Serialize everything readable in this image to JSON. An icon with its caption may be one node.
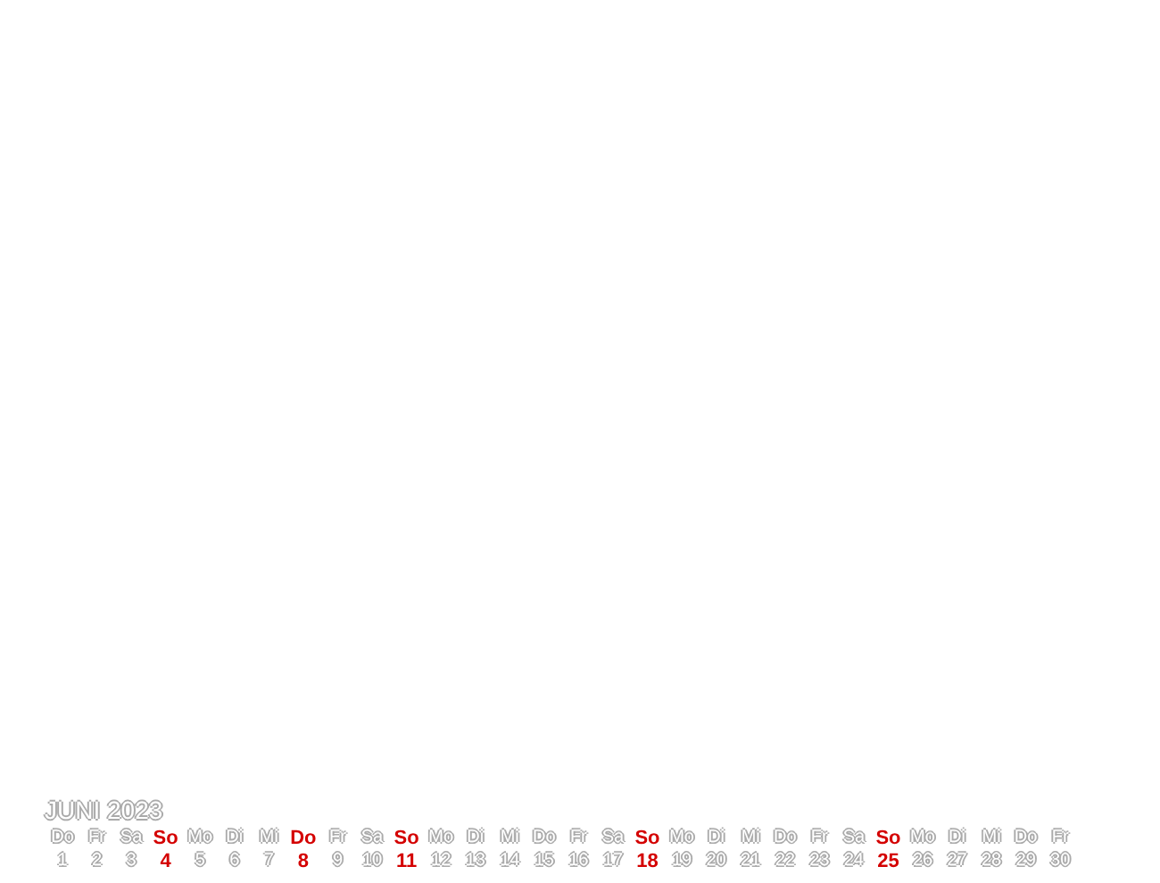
{
  "diagram": {
    "title": "JUNI 2023",
    "labels": [
      "Do",
      "Fr",
      "Sa",
      "So",
      "Mo",
      "Di",
      "Mi",
      "Do",
      "Fr",
      "Sa",
      "So",
      "Mo",
      "Di",
      "Mi",
      "Do",
      "Fr",
      "Sa",
      "So",
      "Mo",
      "Di",
      "Mi",
      "Do",
      "Fr",
      "Sa",
      "So",
      "Mo",
      "Di",
      "Mi",
      "Do",
      "Fr",
      "1",
      "2",
      "3",
      "4",
      "5",
      "6",
      "7",
      "8",
      "9",
      "10",
      "11",
      "12",
      "13",
      "14",
      "15",
      "16",
      "17",
      "18",
      "19",
      "20",
      "21",
      "22",
      "23",
      "24",
      "25",
      "26",
      "27",
      "28",
      "29",
      "30"
    ]
  }
}
